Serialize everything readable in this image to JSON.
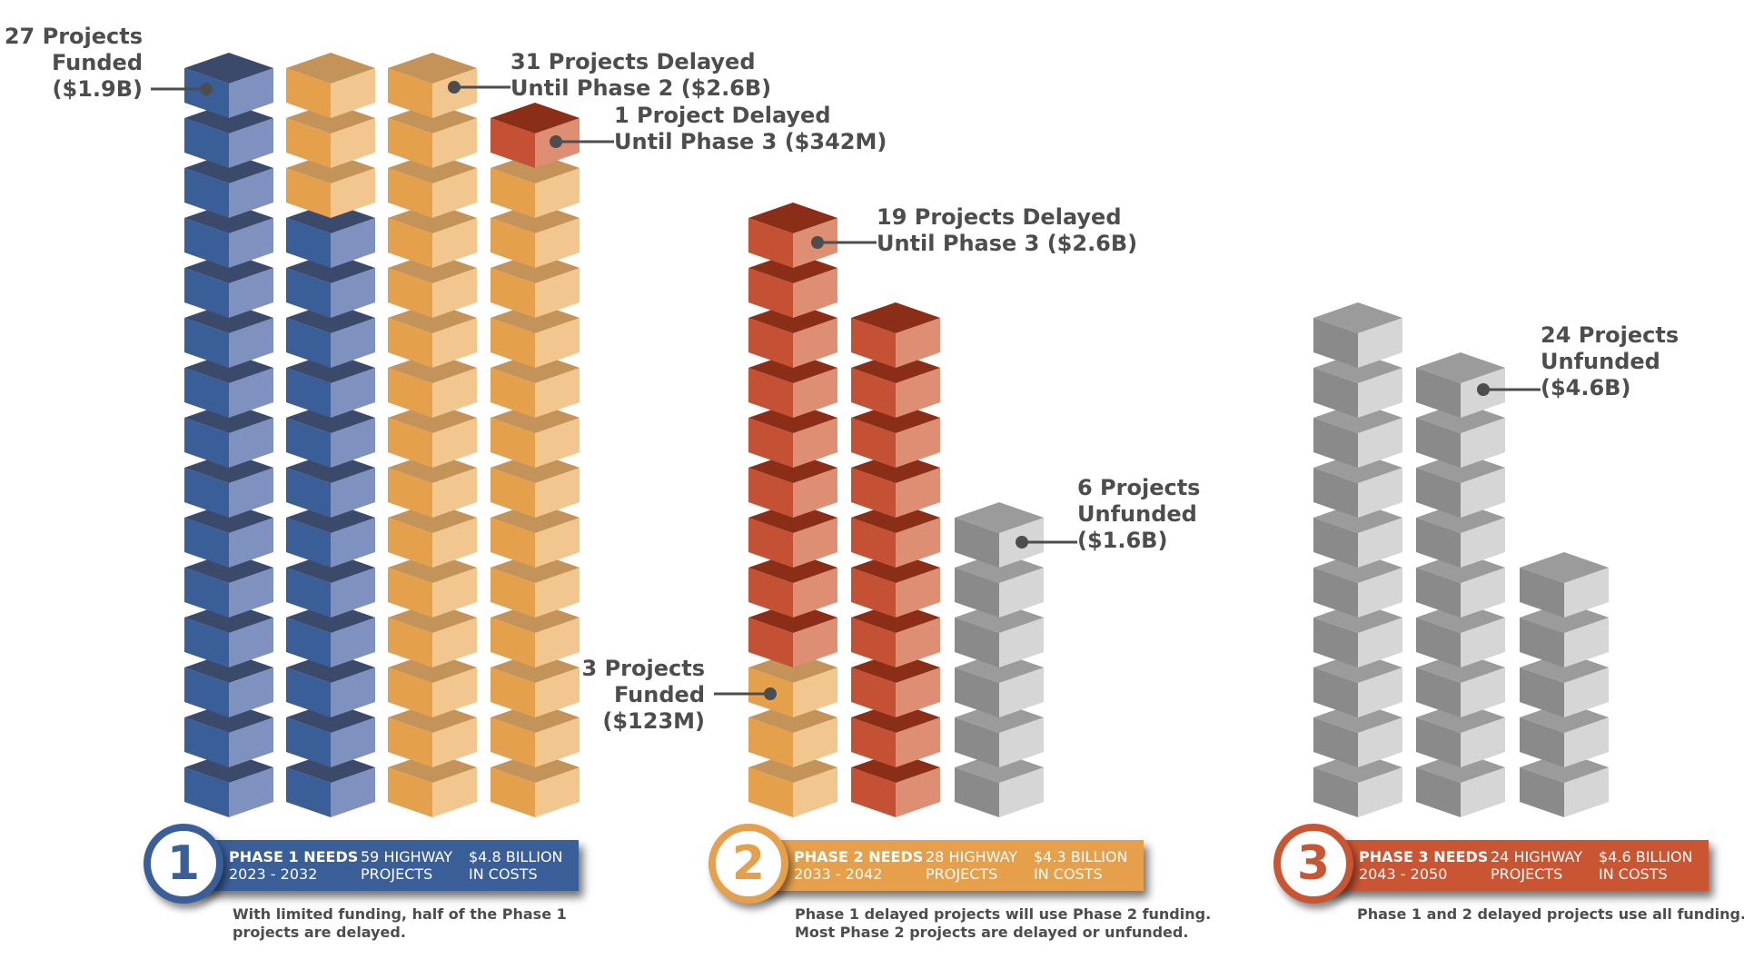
{
  "colors": {
    "blue": {
      "top": "#3b4a6b",
      "left": "#3a5e98",
      "right": "#7f92bf"
    },
    "orange": {
      "top": "#c4935a",
      "left": "#e5a04c",
      "right": "#f1c68f"
    },
    "red": {
      "top": "#8a2e18",
      "left": "#c45133",
      "right": "#dd8e73"
    },
    "gray": {
      "top": "#9b9b9b",
      "left": "#8a8a8a",
      "right": "#d6d6d6"
    },
    "phase1_accent": "#3a5e98",
    "phase2_accent": "#e6a04c",
    "phase3_accent": "#c95533",
    "callout_text": "#4d4d4f",
    "leader_line": "#4d4d4f"
  },
  "stacks": [
    {
      "phase": 1,
      "column": 1,
      "segments": [
        {
          "color": "blue",
          "count": 15
        }
      ]
    },
    {
      "phase": 1,
      "column": 2,
      "segments": [
        {
          "color": "blue",
          "count": 12
        },
        {
          "color": "orange",
          "count": 3
        }
      ]
    },
    {
      "phase": 1,
      "column": 3,
      "segments": [
        {
          "color": "orange",
          "count": 15
        }
      ]
    },
    {
      "phase": 1,
      "column": 4,
      "segments": [
        {
          "color": "orange",
          "count": 13
        },
        {
          "color": "red",
          "count": 1
        }
      ]
    },
    {
      "phase": 2,
      "column": 1,
      "segments": [
        {
          "color": "orange",
          "count": 3
        },
        {
          "color": "red",
          "count": 9
        }
      ]
    },
    {
      "phase": 2,
      "column": 2,
      "segments": [
        {
          "color": "red",
          "count": 10
        }
      ]
    },
    {
      "phase": 2,
      "column": 3,
      "segments": [
        {
          "color": "gray",
          "count": 6
        }
      ]
    },
    {
      "phase": 3,
      "column": 1,
      "segments": [
        {
          "color": "gray",
          "count": 10
        }
      ]
    },
    {
      "phase": 3,
      "column": 2,
      "segments": [
        {
          "color": "gray",
          "count": 9
        }
      ]
    },
    {
      "phase": 3,
      "column": 3,
      "segments": [
        {
          "color": "gray",
          "count": 5
        }
      ]
    }
  ],
  "callouts": [
    {
      "id": "p1-funded",
      "lines": [
        "27 Projects",
        "Funded",
        "($1.9B)"
      ]
    },
    {
      "id": "p1-delayed-p2",
      "lines": [
        "31 Projects Delayed",
        "Until Phase 2 ($2.6B)"
      ]
    },
    {
      "id": "p1-delayed-p3",
      "lines": [
        "1 Project Delayed",
        "Until Phase 3 ($342M)"
      ]
    },
    {
      "id": "p2-delayed-p3",
      "lines": [
        "19 Projects Delayed",
        "Until Phase 3 ($2.6B)"
      ]
    },
    {
      "id": "p2-unfunded",
      "lines": [
        "6 Projects",
        "Unfunded",
        "($1.6B)"
      ]
    },
    {
      "id": "p2-funded",
      "lines": [
        "3 Projects",
        "Funded",
        "($123M)"
      ]
    },
    {
      "id": "p3-unfunded",
      "lines": [
        "24 Projects",
        "Unfunded",
        "($4.6B)"
      ]
    }
  ],
  "phases": [
    {
      "number": "1",
      "title": "PHASE 1 NEEDS",
      "years": "2023 - 2032",
      "projects_line1": "59 HIGHWAY",
      "projects_line2": "PROJECTS",
      "cost_line1": "$4.8 BILLION",
      "cost_line2": "IN COSTS",
      "caption": [
        "With limited funding, half of the Phase 1",
        "projects are delayed."
      ]
    },
    {
      "number": "2",
      "title": "PHASE 2 NEEDS",
      "years": "2033 - 2042",
      "projects_line1": "28 HIGHWAY",
      "projects_line2": "PROJECTS",
      "cost_line1": "$4.3 BILLION",
      "cost_line2": "IN COSTS",
      "caption": [
        "Phase 1 delayed projects will use Phase 2 funding.",
        "Most Phase 2 projects are delayed or unfunded."
      ]
    },
    {
      "number": "3",
      "title": "PHASE 3 NEEDS",
      "years": "2043 - 2050",
      "projects_line1": "24 HIGHWAY",
      "projects_line2": "PROJECTS",
      "cost_line1": "$4.6 BILLION",
      "cost_line2": "IN COSTS",
      "caption": [
        "Phase 1 and 2 delayed projects use all funding."
      ]
    }
  ]
}
